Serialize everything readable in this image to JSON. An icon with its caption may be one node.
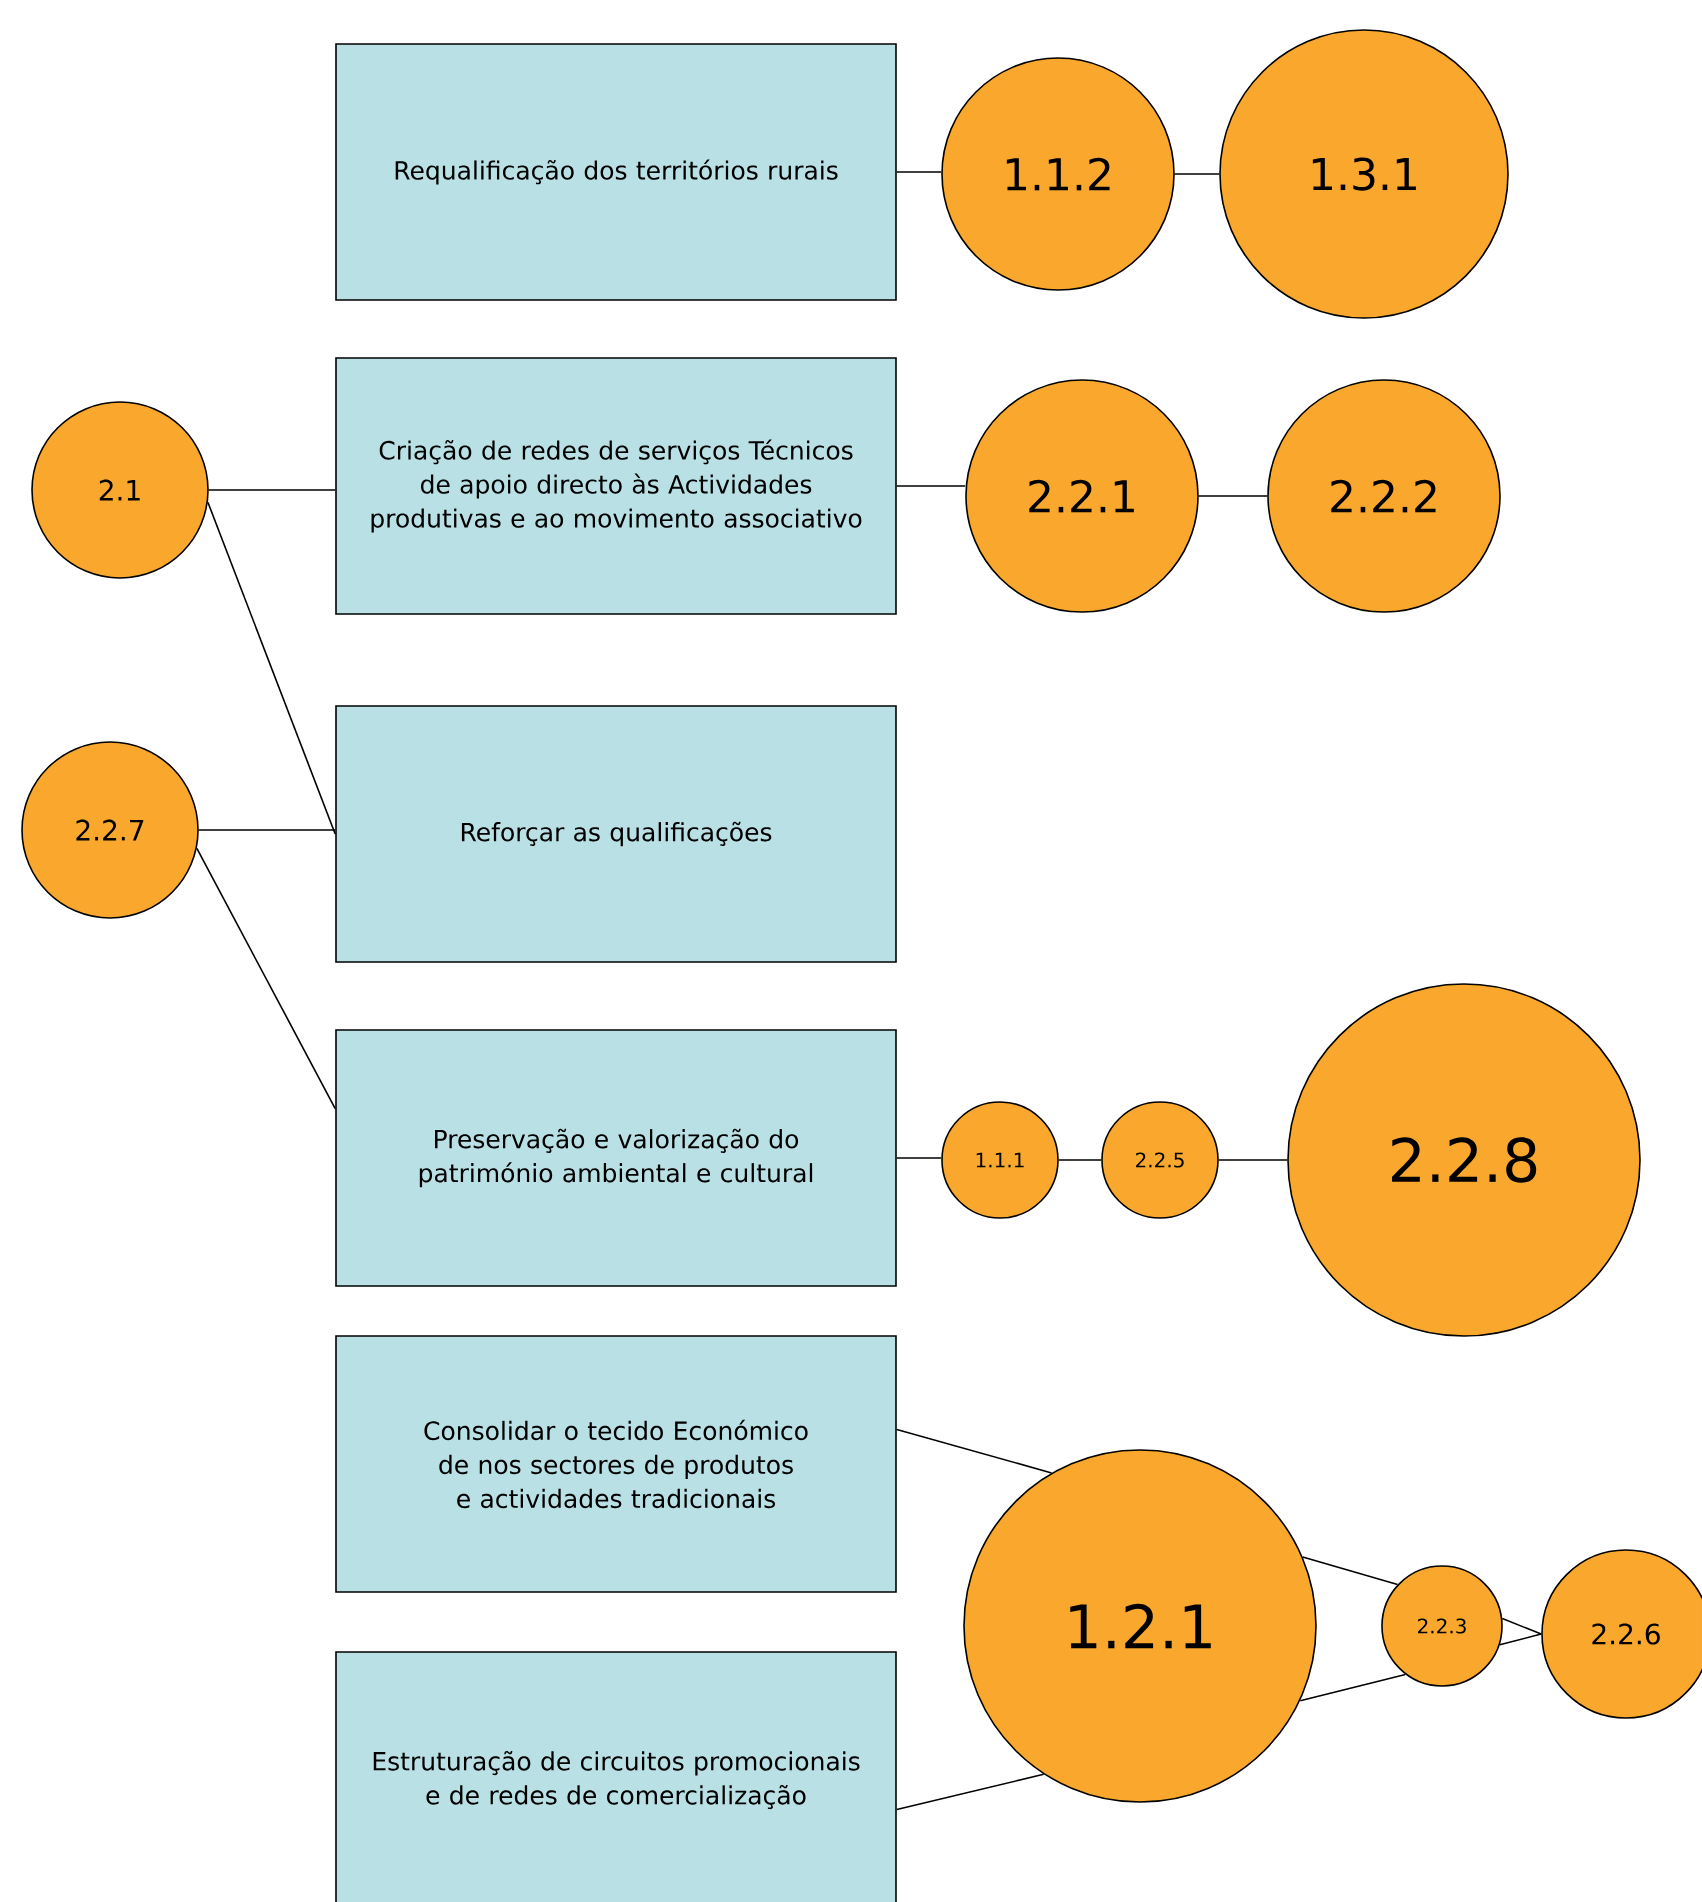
{
  "diagram": {
    "nodes": [
      {
        "text": [
          "Requalificação dos territórios rurais"
        ]
      },
      {
        "text": [
          "1.1.2"
        ]
      },
      {
        "text": [
          "1.3.1"
        ]
      },
      {
        "text": [
          "2.1"
        ]
      },
      {
        "text": [
          "Criação de redes de serviços Técnicos de apoio directo às Actividades produtivas e ao movimento associativo"
        ]
      },
      {
        "text": [
          "2.2.1"
        ]
      },
      {
        "text": [
          "2.2.2"
        ]
      },
      {
        "text": [
          "2.2.7"
        ]
      },
      {
        "text": [
          "Reforçar as qualificações"
        ]
      },
      {
        "text": [
          "Preservação e valorização do património ambiental e cultural"
        ]
      },
      {
        "text": [
          "1.1.1"
        ]
      },
      {
        "text": [
          "2.2.5"
        ]
      },
      {
        "text": [
          "2.2.8"
        ]
      },
      {
        "text": [
          "Consolidar o tecido Económico de nos sectores de produtos e actividades tradicionais"
        ]
      },
      {
        "text": [
          "1.2.1"
        ]
      },
      {
        "text": [
          "2.2.3"
        ]
      },
      {
        "text": [
          "2.2.6"
        ]
      },
      {
        "text": [
          "Estruturação de circuitos promocionais e de redes de comercialização"
        ]
      }
    ],
    "edges": [
      {
        "from": 0,
        "to": 1,
        "arrow": "none"
      },
      {
        "from": 1,
        "to": 2,
        "arrow": "none"
      },
      {
        "from": 3,
        "to": 4,
        "arrow": "none"
      },
      {
        "from": 3,
        "to": 8,
        "arrow": "none"
      },
      {
        "from": 4,
        "to": 5,
        "arrow": "none"
      },
      {
        "from": 5,
        "to": 6,
        "arrow": "none"
      },
      {
        "from": 7,
        "to": 8,
        "arrow": "none"
      },
      {
        "from": 7,
        "to": 9,
        "arrow": "none"
      },
      {
        "from": 9,
        "to": 10,
        "arrow": "none"
      },
      {
        "from": 10,
        "to": 11,
        "arrow": "none"
      },
      {
        "from": 11,
        "to": 12,
        "arrow": "none"
      },
      {
        "from": 13,
        "to": 14,
        "arrow": "none"
      },
      {
        "from": 14,
        "to": 15,
        "arrow": "none"
      },
      {
        "from": 15,
        "to": 16,
        "arrow": "none"
      },
      {
        "from": 17,
        "to": 14,
        "arrow": "none"
      },
      {
        "from": 14,
        "to": 15,
        "arrow": "none"
      },
      {
        "from": 15,
        "to": 16,
        "arrow": "none"
      }
    ]
  }
}
